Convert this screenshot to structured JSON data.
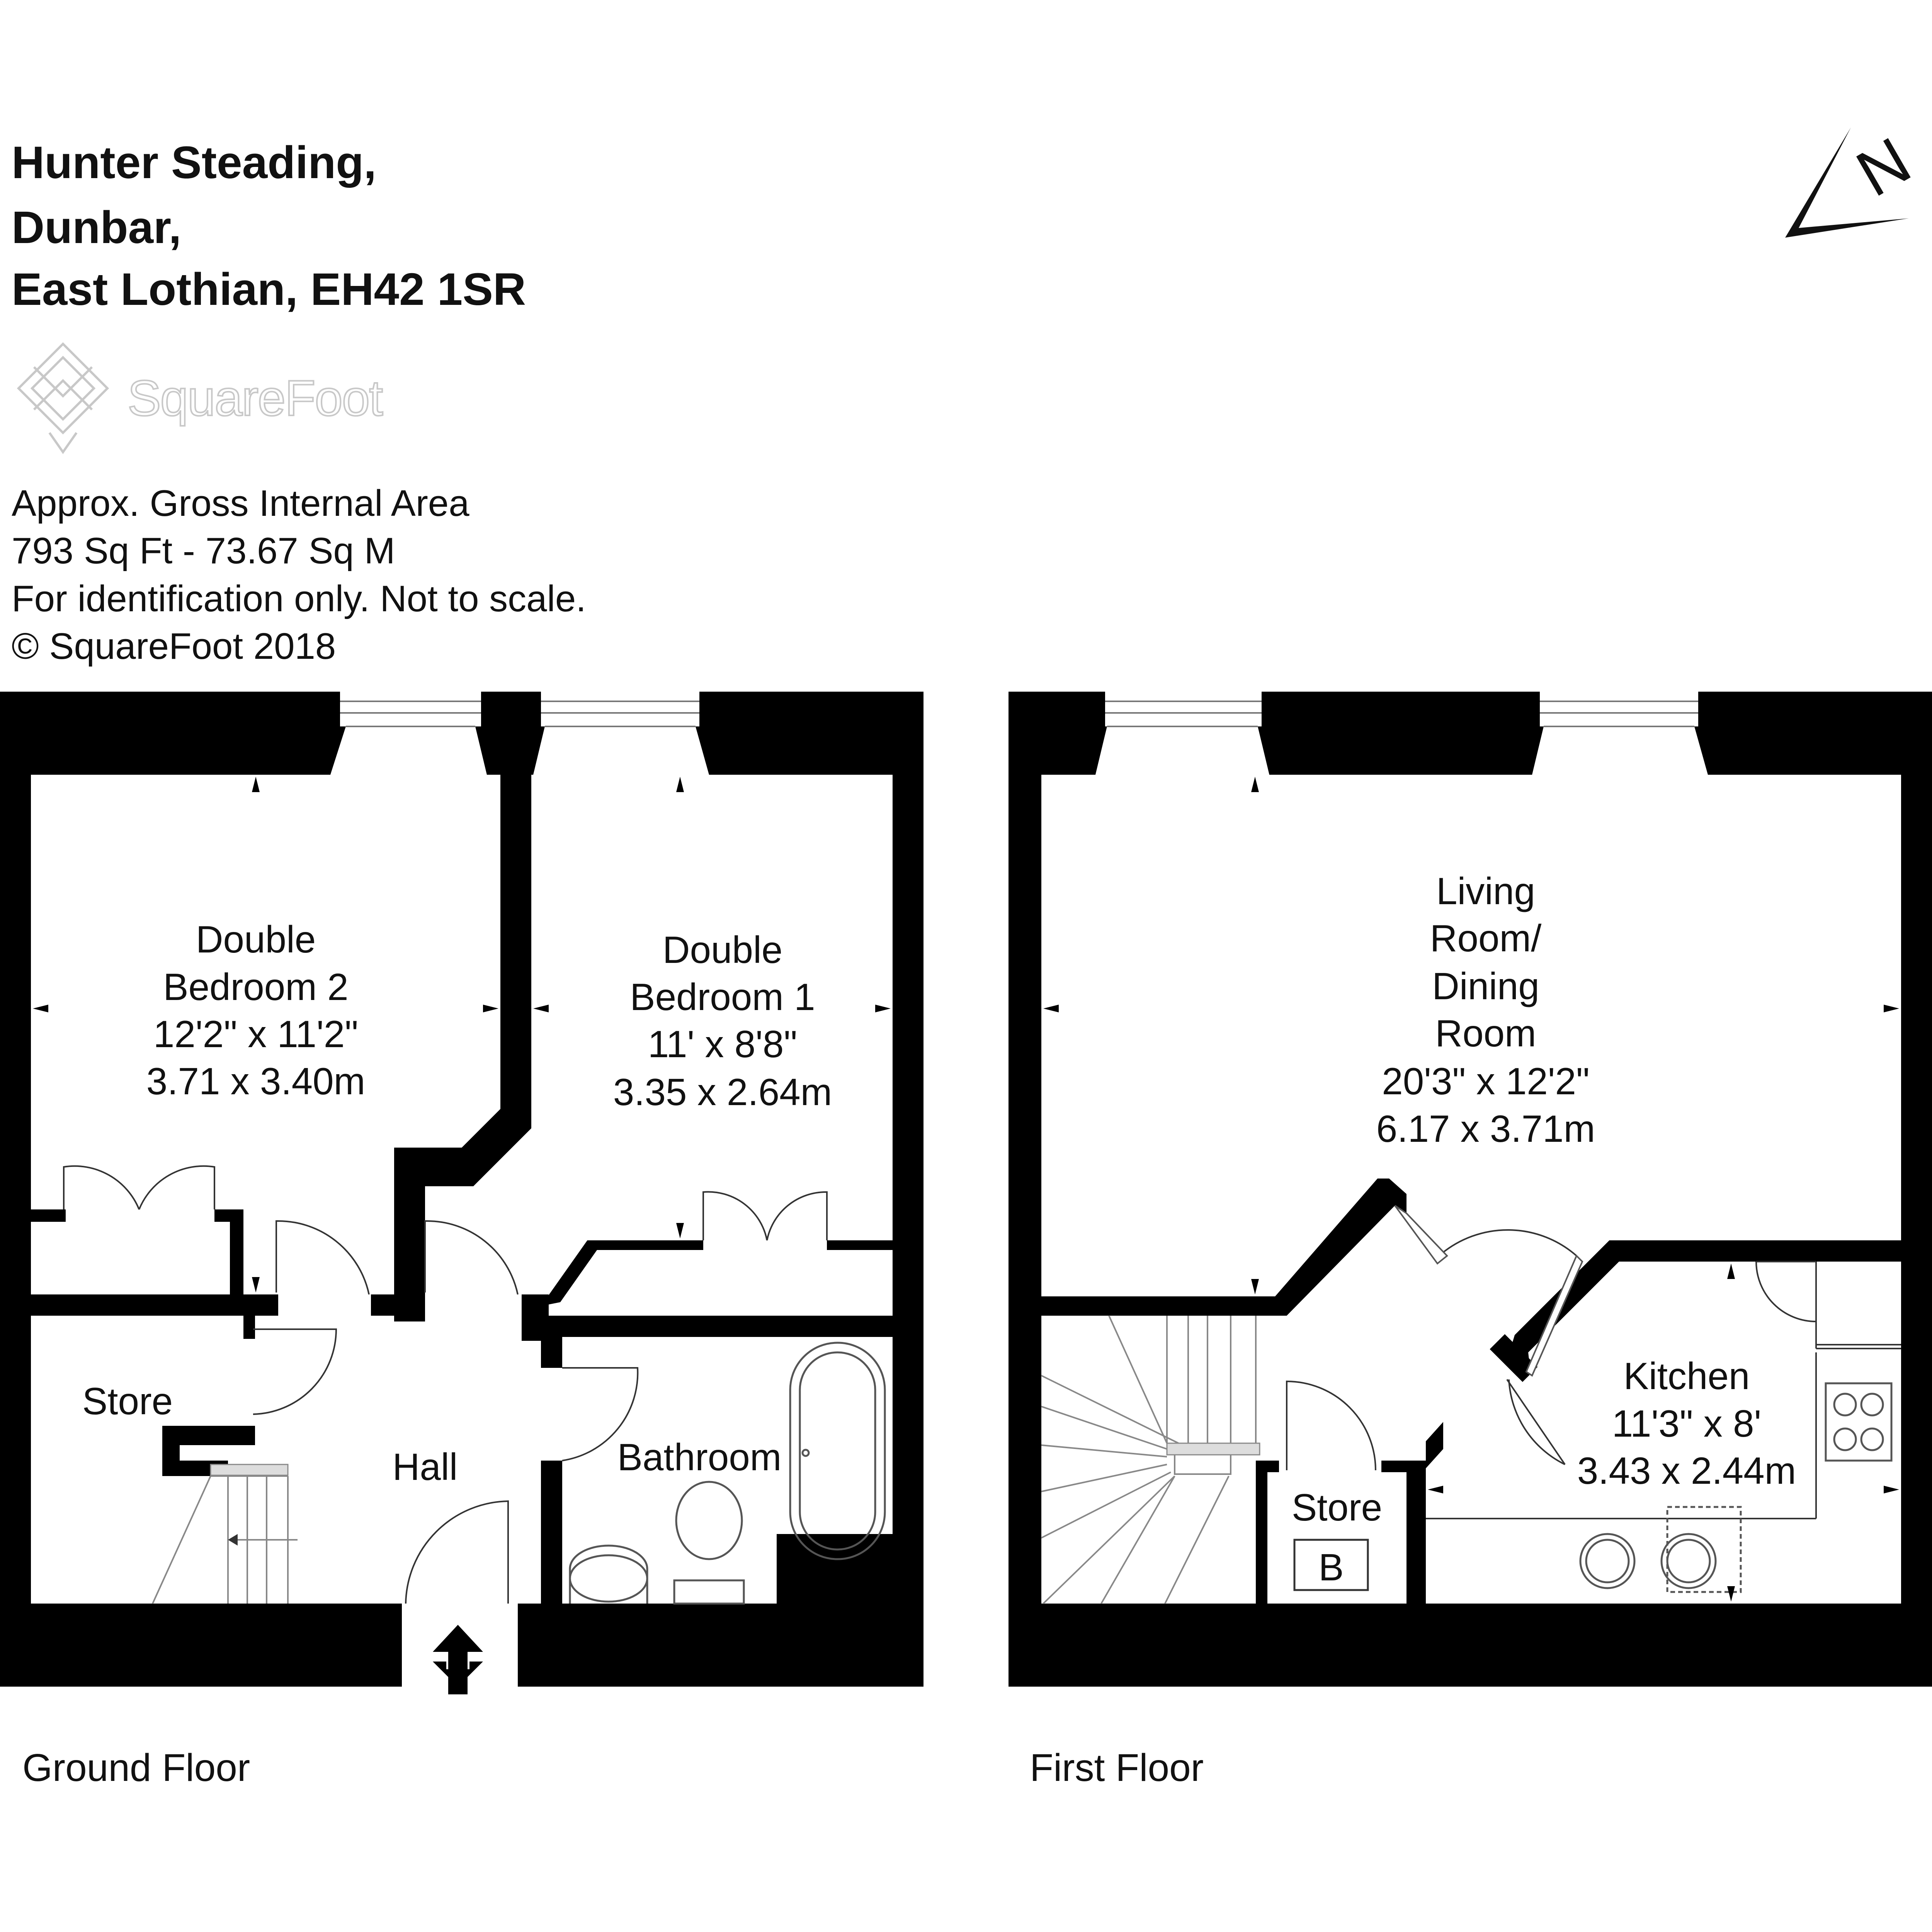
{
  "address": {
    "line1": "Hunter Steading,",
    "line2": "Dunbar,",
    "line3": "East Lothian, EH42 1SR"
  },
  "brand": {
    "name": "SquareFoot",
    "logo_icon": "diamond-lattice-logo-icon",
    "logo_color": "#c8c8c8"
  },
  "info": {
    "area_label": "Approx. Gross Internal Area",
    "area_value": "793 Sq Ft  -  73.67 Sq M",
    "disclaimer": "For identification only. Not to scale.",
    "copyright": "© SquareFoot 2018"
  },
  "compass": {
    "letter": "N",
    "icon": "north-arrow-icon"
  },
  "ground_floor": {
    "label": "Ground Floor",
    "rooms": {
      "bedroom2": {
        "name1": "Double",
        "name2": "Bedroom 2",
        "imperial": "12'2\" x 11'2\"",
        "metric": "3.71 x 3.40m"
      },
      "bedroom1": {
        "name1": "Double",
        "name2": "Bedroom 1",
        "imperial": "11' x 8'8\"",
        "metric": "3.35 x 2.64m"
      },
      "store": {
        "name": "Store"
      },
      "hall": {
        "name": "Hall"
      },
      "bathroom": {
        "name": "Bathroom"
      }
    }
  },
  "first_floor": {
    "label": "First Floor",
    "rooms": {
      "living": {
        "name1": "Living",
        "name2": "Room/",
        "name3": "Dining",
        "name4": "Room",
        "imperial": "20'3\" x 12'2\"",
        "metric": "6.17 x 3.71m"
      },
      "kitchen": {
        "name": "Kitchen",
        "imperial": "11'3\" x 8'",
        "metric": "3.43 x 2.44m"
      },
      "store": {
        "name": "Store",
        "boiler": "B"
      }
    }
  },
  "colors": {
    "wall": "#000000",
    "background": "#ffffff",
    "fixture_line": "#555555"
  }
}
